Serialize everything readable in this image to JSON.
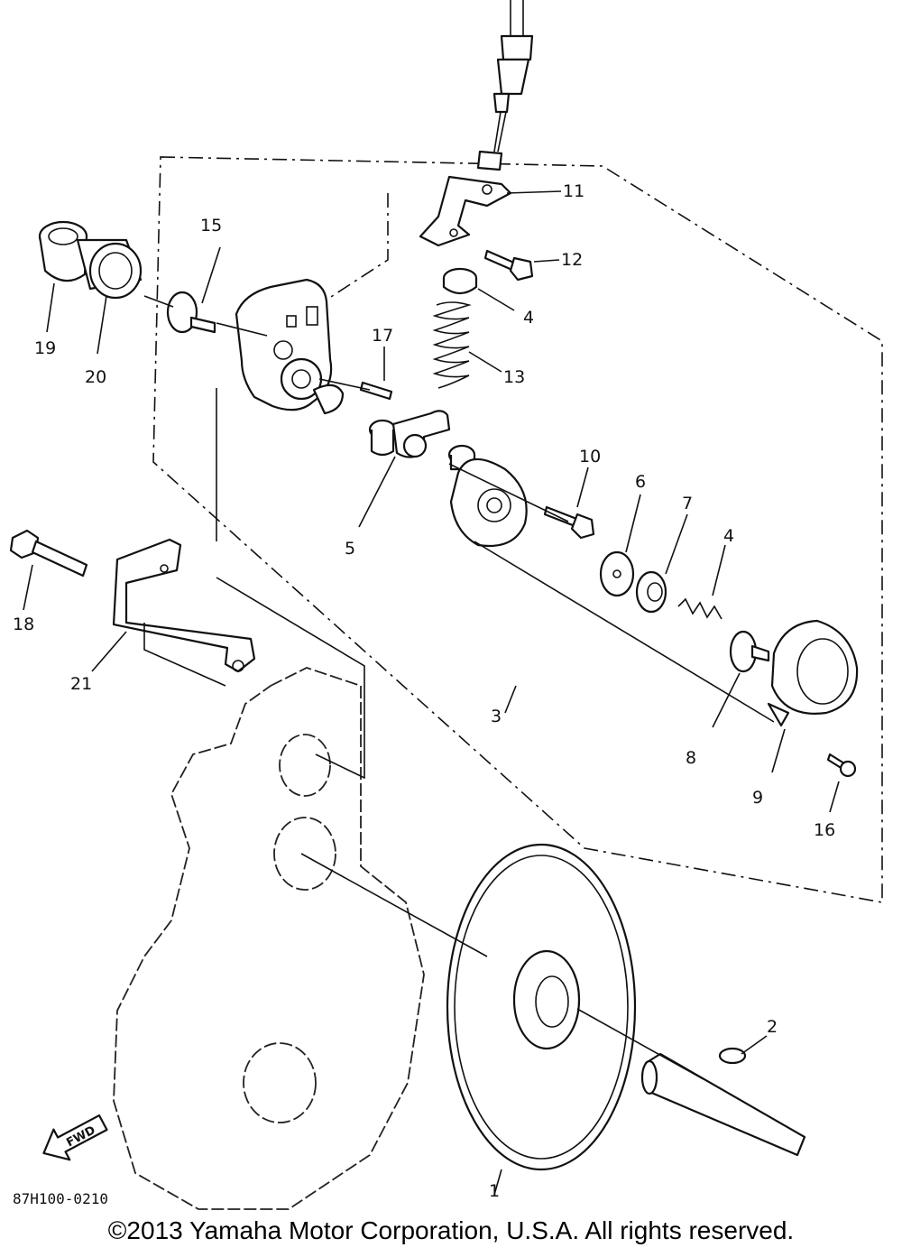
{
  "diagram": {
    "part_labels": {
      "p1": "1",
      "p2": "2",
      "p3": "3",
      "p4a": "4",
      "p4b": "4",
      "p5": "5",
      "p6": "6",
      "p7": "7",
      "p8": "8",
      "p9": "9",
      "p10": "10",
      "p11": "11",
      "p12": "12",
      "p13": "13",
      "p15": "15",
      "p16": "16",
      "p17": "17",
      "p18": "18",
      "p19": "19",
      "p20": "20",
      "p21": "21"
    },
    "fwd_label": "FWD",
    "drawing_code": "87H100-0210"
  },
  "footer": {
    "copyright": "©2013 Yamaha Motor Corporation, U.S.A. All rights reserved."
  }
}
